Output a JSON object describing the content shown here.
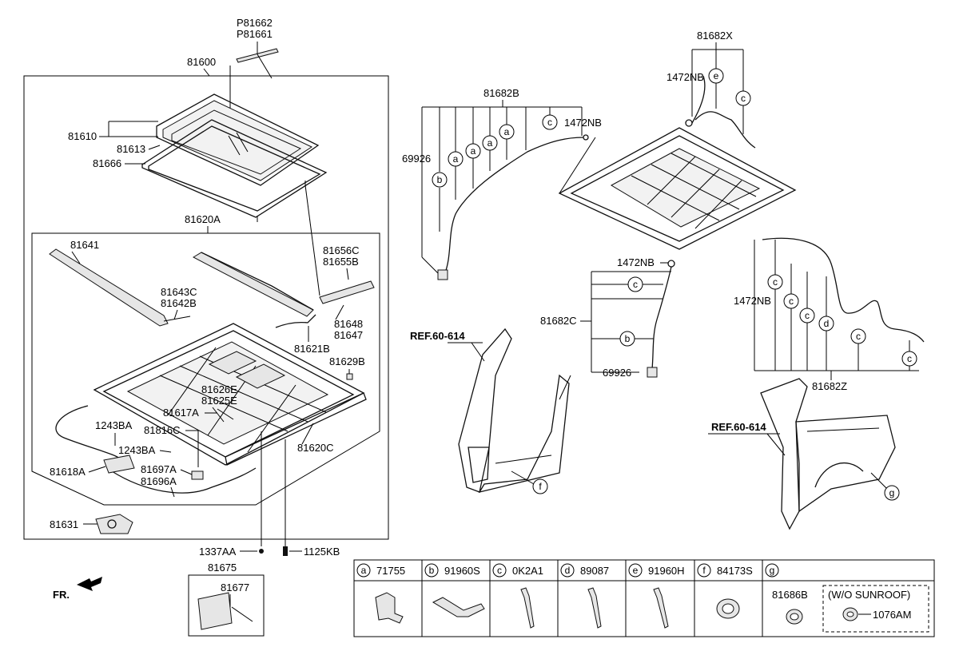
{
  "labels": {
    "p81662": "P81662",
    "p81661": "P81661",
    "l81600": "81600",
    "l81610": "81610",
    "l81613": "81613",
    "l81666": "81666",
    "l81620a": "81620A",
    "l81641": "81641",
    "l81656c": "81656C",
    "l81655b": "81655B",
    "l81643c": "81643C",
    "l81642b": "81642B",
    "l81648": "81648",
    "l81647": "81647",
    "l81621b": "81621B",
    "l81629b": "81629B",
    "l81626e": "81626E",
    "l81625e": "81625E",
    "l81617a": "81617A",
    "l81816c": "81816C",
    "l1243ba_1": "1243BA",
    "l1243ba_2": "1243BA",
    "l81620c": "81620C",
    "l81618a": "81618A",
    "l81697a": "81697A",
    "l81696a": "81696A",
    "l81631": "81631",
    "l1337aa": "1337AA",
    "l1125kb": "1125KB",
    "l81675": "81675",
    "l81677": "81677",
    "fr": "FR.",
    "l81682b": "81682B",
    "l1472nb_b": "1472NB",
    "l69926_top": "69926",
    "l81682x": "81682X",
    "l1472nb_x": "1472NB",
    "l1472nb_c": "1472NB",
    "l81682c": "81682C",
    "l69926_bot": "69926",
    "l1472nb_z": "1472NB",
    "l81682z": "81682Z",
    "ref1": "REF.60-614",
    "ref2": "REF.60-614"
  },
  "callouts": {
    "a": "a",
    "b": "b",
    "c": "c",
    "d": "d",
    "e": "e",
    "f": "f",
    "g": "g"
  },
  "legend": {
    "a_code": "71755",
    "b_code": "91960S",
    "c_code": "0K2A1",
    "d_code": "89087",
    "e_code": "91960H",
    "f_code": "84173S",
    "g_code": "",
    "g_part": "81686B",
    "g_note": "(W/O SUNROOF)",
    "g_alt": "1076AM"
  }
}
